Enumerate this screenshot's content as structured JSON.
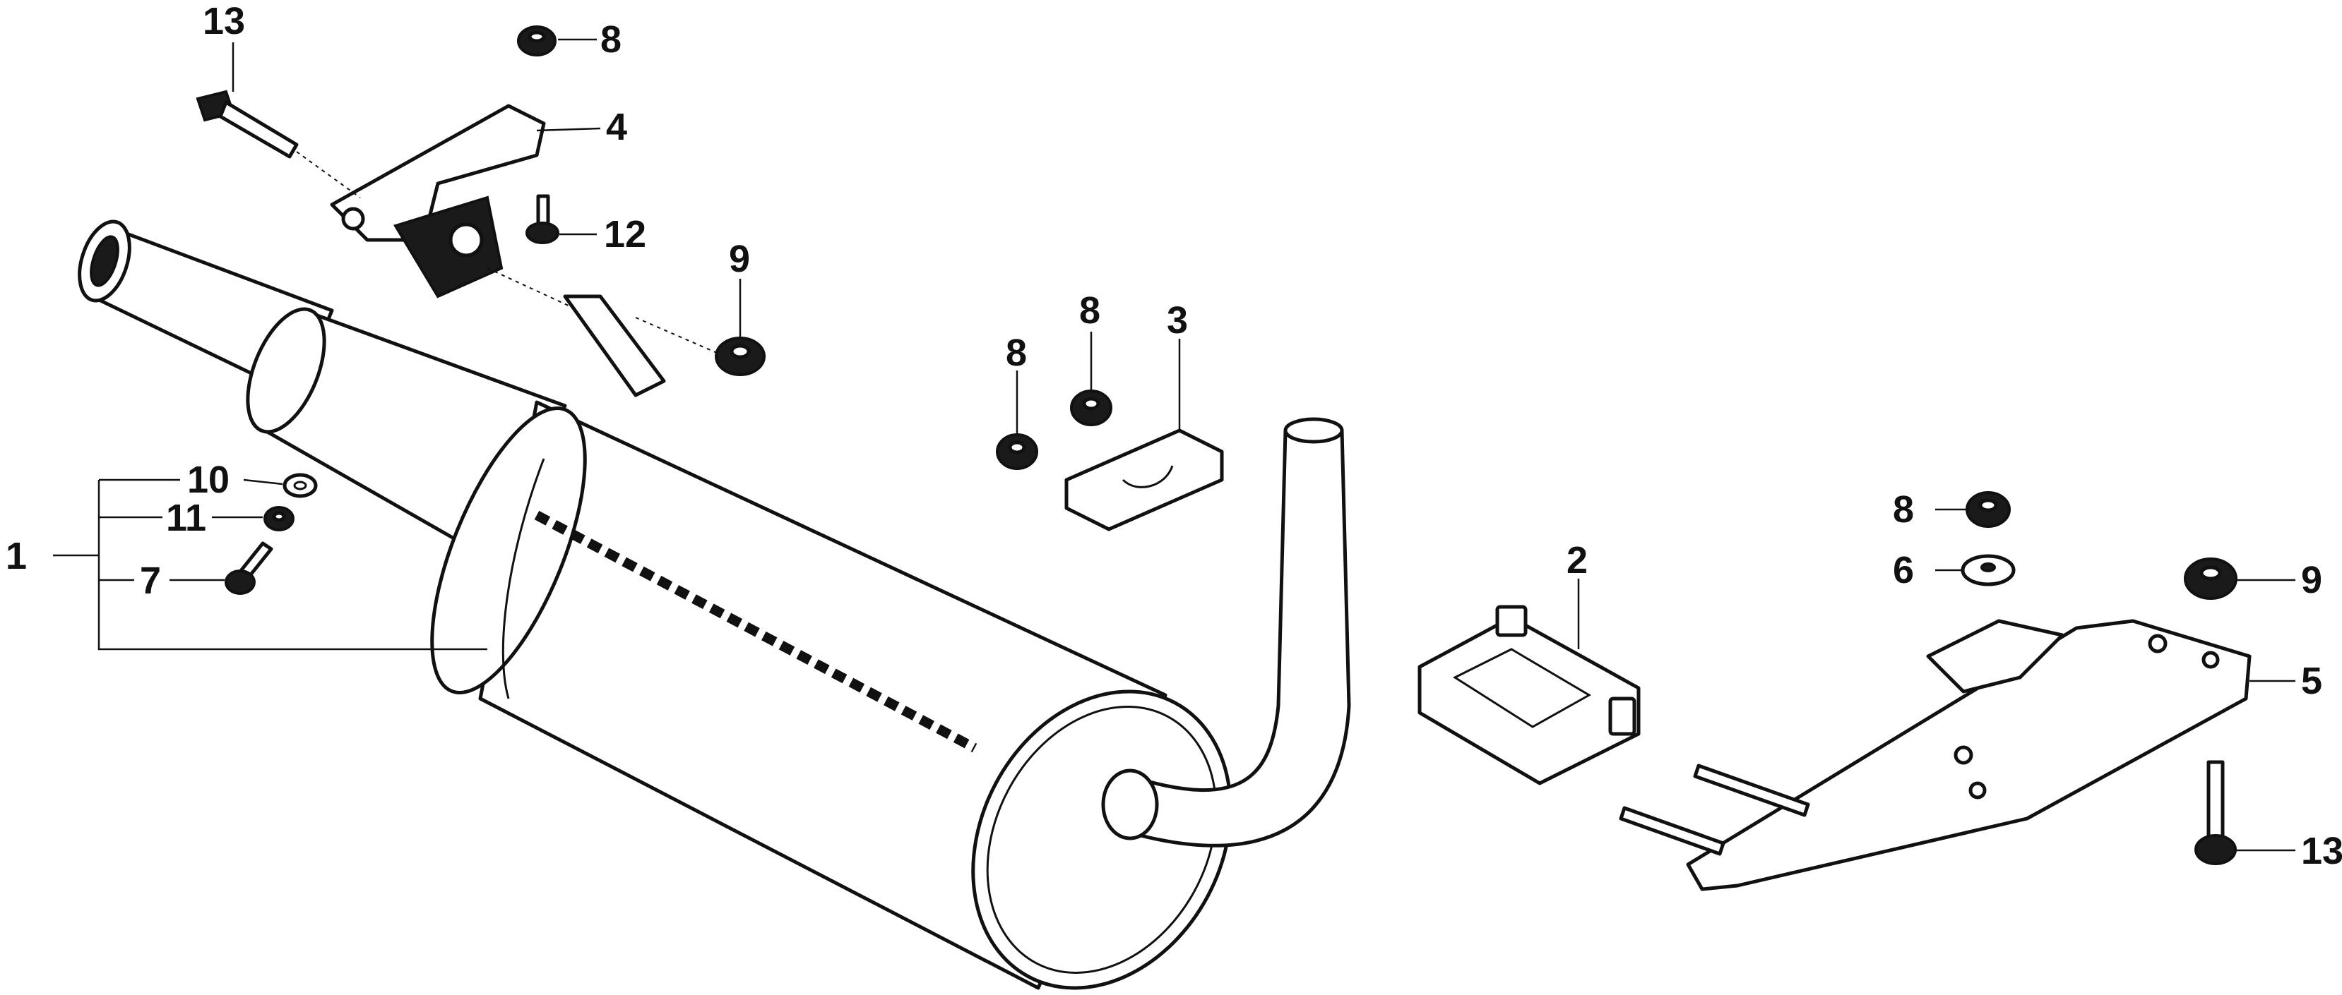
{
  "callouts": {
    "c1": "1",
    "c2": "2",
    "c3": "3",
    "c4": "4",
    "c5": "5",
    "c6": "6",
    "c7": "7",
    "c8a": "8",
    "c8b": "8",
    "c8c": "8",
    "c8d": "8",
    "c9a": "9",
    "c9b": "9",
    "c10": "10",
    "c11": "11",
    "c12": "12",
    "c13a": "13",
    "c13b": "13"
  }
}
